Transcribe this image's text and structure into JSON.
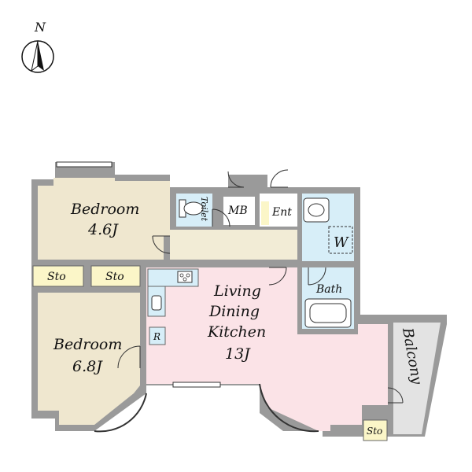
{
  "compass": {
    "label": "N",
    "icon": "north-arrow-icon"
  },
  "rooms": {
    "bedroom_upper": {
      "name": "Bedroom",
      "size": "4.6J"
    },
    "bedroom_lower": {
      "name": "Bedroom",
      "size": "6.8J"
    },
    "ldk": {
      "line1": "Living",
      "line2": "Dining",
      "line3": "Kitchen",
      "size": "13J"
    },
    "toilet": "Toilet",
    "mb": "MB",
    "entrance": "Ent",
    "washer": "W",
    "bath": "Bath",
    "balcony": "Balcony",
    "storage_left": "Sto",
    "storage_mid": "Sto",
    "storage_right": "Sto",
    "fridge": "R"
  },
  "colors": {
    "wall": "#9a9a9a",
    "bedroom": "#efe7cf",
    "ldk": "#fbe3e7",
    "wet_area": "#d7eef8",
    "corridor": "#f2ecd6",
    "storage": "#fbf6c8",
    "balcony": "#e3e3e3"
  }
}
